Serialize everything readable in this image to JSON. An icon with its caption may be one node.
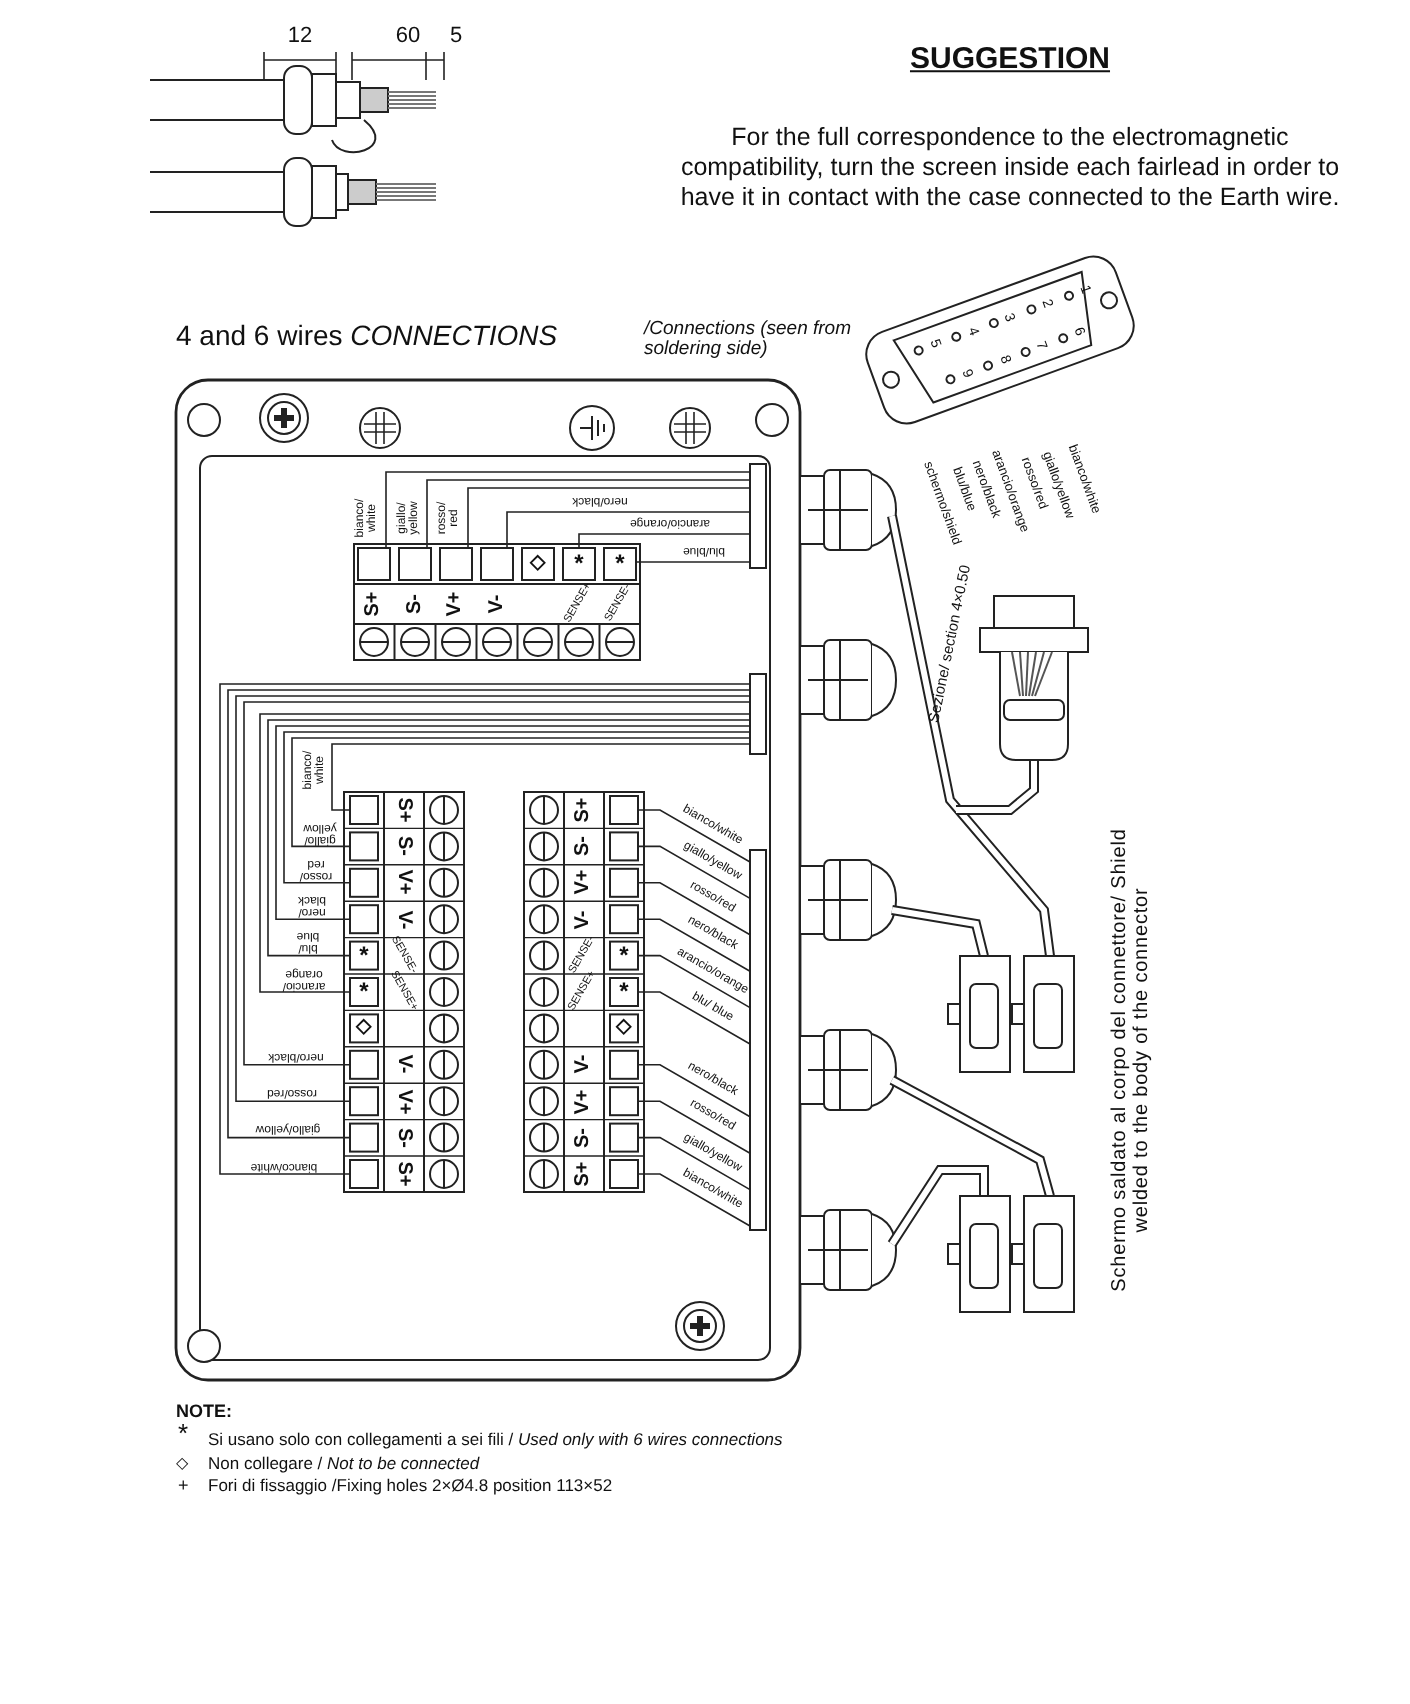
{
  "diagram": {
    "labels": [
      "12",
      "60",
      "5",
      "SUGGESTION",
      "For the full correspondence to the electromagnetic compatibility, turn the screen inside each fairlead in order to have it in contact with the case connected to the Earth wire.",
      "4 and 6 wires *CONNECTIONS*",
      "/Connections (seen from soldering side)",
      "bianco/ white",
      "giallo/ yellow",
      "rosso/ red",
      "nero/black",
      "arancio/orange",
      "blu/blue",
      "◇",
      "*",
      "*",
      "S+",
      "S-",
      "V+",
      "V-",
      "SENSE+",
      "SENSE-",
      "bianco/ white",
      "giallo/ yellow",
      "rosso/ red",
      "nero/ black",
      "blu/ blue",
      "arancio/ orange",
      "nero/black",
      "rosso/red",
      "giallo/yellow",
      "bianco/white",
      "*",
      "*",
      "◇",
      "S+",
      "S-",
      "V+",
      "V-",
      "SENSE-",
      "SENSE+",
      "V-",
      "V+",
      "S-",
      "S+",
      "S+",
      "S-",
      "V+",
      "V-",
      "SENSE-",
      "SENSE+",
      "V-",
      "V+",
      "S-",
      "S+",
      "*",
      "*",
      "◇",
      "bianco/white",
      "giallo/yellow",
      "rosso/red",
      "nero/black",
      "arancio/orange",
      "blu/ blue",
      "nero/black",
      "rosso/red",
      "giallo/yellow",
      "bianco/white",
      "5",
      "4",
      "3",
      "2",
      "1",
      "9",
      "8",
      "7",
      "6",
      "schermo/shield",
      "blu/blue",
      "nero/black",
      "arancio/orange",
      "rosso/red",
      "giallo/yellow",
      "bianco/white",
      "Sezione/ section 4×0.50",
      "Schermo saldato al corpo del connettore/ Shield welded to the body of the connector",
      "NOTE:",
      "*",
      "Si usano solo con collegamenti a sei fili / *Used only with 6 wires connections*",
      "◇",
      "Non collegare / *Not to be connected*",
      "+",
      "Fori di fissaggio /Fixing holes 2×Ø4.8 position 113×52"
    ]
  }
}
